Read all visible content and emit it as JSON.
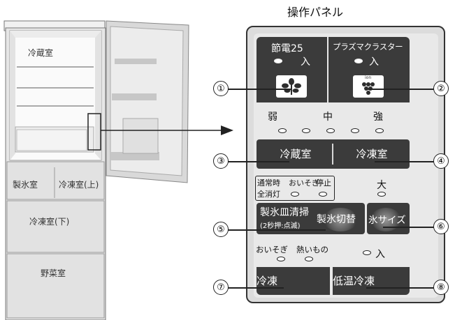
{
  "panel_title": "操作パネル",
  "fridge": {
    "compartments": {
      "fridge": "冷蔵室",
      "ice": "製氷室",
      "freezer_upper": "冷凍室(上)",
      "freezer_lower": "冷凍室(下)",
      "vegetable": "野菜室"
    }
  },
  "panel": {
    "eco_label": "節電25",
    "eco_on": "入",
    "plasma_label": "プラズマクラスター",
    "plasma_on": "入",
    "plasma_icon_text": "ion",
    "level_weak": "弱",
    "level_mid": "中",
    "level_strong": "強",
    "btn_fridge": "冷蔵室",
    "btn_freezer": "冷凍室",
    "mode_normal": "通常時",
    "mode_all_off": "全消灯",
    "mode_quick": "おいそぎ",
    "mode_stop": "停止",
    "size_large": "大",
    "btn_ice_clean": "製氷皿清掃",
    "btn_ice_clean_sub": "(2秒押:点滅)",
    "btn_ice_switch": "製氷切替",
    "btn_ice_size": "氷サイズ",
    "freeze_quick": "おいそぎ",
    "freeze_hot": "熱いもの",
    "lowtemp_on": "入",
    "btn_freeze": "冷凍",
    "btn_lowtemp": "低温冷凍"
  },
  "callouts": [
    "①",
    "②",
    "③",
    "④",
    "⑤",
    "⑥",
    "⑦",
    "⑧"
  ]
}
